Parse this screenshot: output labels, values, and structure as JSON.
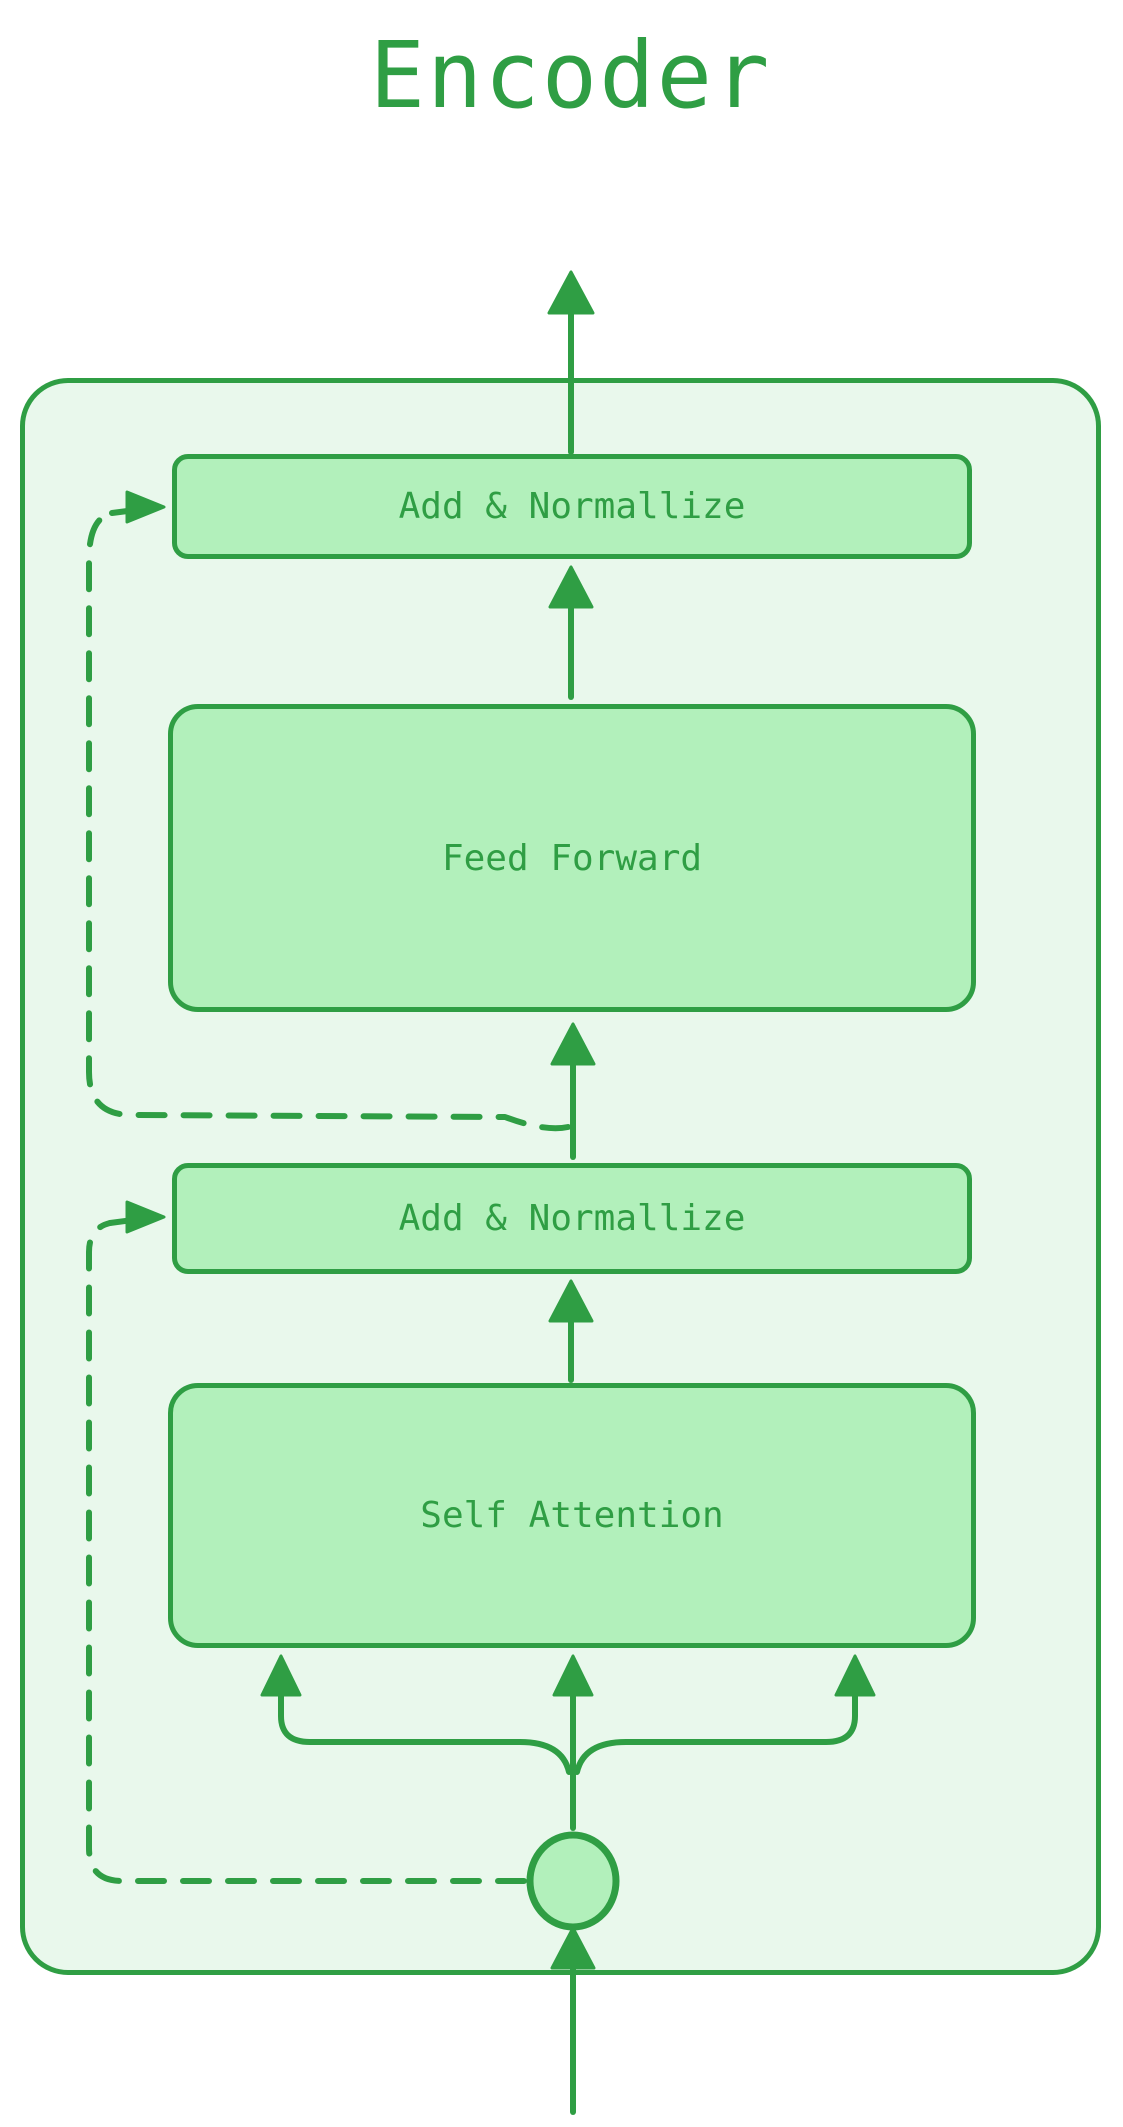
{
  "diagram": {
    "title": "Encoder",
    "nodes": [
      {
        "id": "add-normalize-top",
        "label": "Add & Normallize"
      },
      {
        "id": "feed-forward",
        "label": "Feed Forward"
      },
      {
        "id": "add-normalize-bottom",
        "label": "Add & Normallize"
      },
      {
        "id": "self-attention",
        "label": "Self Attention"
      }
    ],
    "colors": {
      "stroke": "#2f9e44",
      "node_fill": "#b2f0bb",
      "container_fill": "#e9f8ec",
      "background": "#ffffff"
    }
  }
}
